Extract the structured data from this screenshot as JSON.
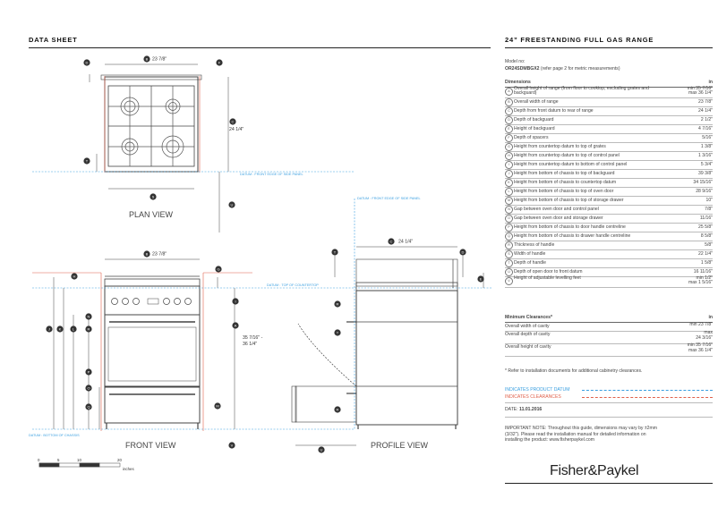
{
  "header": {
    "left_title": "DATA SHEET",
    "right_title": "24” FREESTANDING FULL GAS RANGE"
  },
  "model": {
    "label": "Model no:",
    "number": "OR24SDMBGX2",
    "note": "(refer page 2 for metric measurements)"
  },
  "dimensions_table": {
    "title": "Dimensions",
    "unit": "in",
    "rows": [
      {
        "id": "A",
        "label": "Overall height of range (from floor to cooktop, excluding grates and backguard)",
        "value": "min 35 7/16\"\nmax 36 1/4\"",
        "two": true
      },
      {
        "id": "B",
        "label": "Overall width of range",
        "value": "23 7/8\""
      },
      {
        "id": "C",
        "label": "Depth from front datum to rear of range",
        "value": "24 1/4\""
      },
      {
        "id": "D",
        "label": "Depth of backguard",
        "value": "2 1/2\""
      },
      {
        "id": "E",
        "label": "Height of backguard",
        "value": "4 7/16\""
      },
      {
        "id": "F",
        "label": "Depth of spacers",
        "value": "5/16\""
      },
      {
        "id": "G",
        "label": "Height from countertop datum to top of grates",
        "value": "1 3/8\""
      },
      {
        "id": "H",
        "label": "Height from countertop datum to top of control panel",
        "value": "1 3/16\""
      },
      {
        "id": "I",
        "label": "Height from countertop datum to bottom of control panel",
        "value": "5 3/4\""
      },
      {
        "id": "J",
        "label": "Height from bottom of chassis to top of backguard",
        "value": "39 3/8\""
      },
      {
        "id": "K",
        "label": "Height from bottom of chassis to countertop datum",
        "value": "34 15/16\""
      },
      {
        "id": "L",
        "label": "Height from bottom of chassis to top of oven door",
        "value": "28 9/16\""
      },
      {
        "id": "M",
        "label": "Height from bottom of chassis to top of storage drawer",
        "value": "10\""
      },
      {
        "id": "N",
        "label": "Gap between oven door and control panel",
        "value": "7/8\""
      },
      {
        "id": "O",
        "label": "Gap between oven door and storage drawer",
        "value": "11/16\""
      },
      {
        "id": "P",
        "label": "Height from bottom of chassis to door handle centreline",
        "value": "25 5/8\""
      },
      {
        "id": "Q",
        "label": "Height from bottom of chassis to drawer handle centreline",
        "value": "8 5/8\""
      },
      {
        "id": "R",
        "label": "Thickness of handle",
        "value": "5/8\""
      },
      {
        "id": "S",
        "label": "Width of handle",
        "value": "22 1/4\""
      },
      {
        "id": "T",
        "label": "Depth of handle",
        "value": "1 5/8\""
      },
      {
        "id": "U",
        "label": "Depth of open door to front datum",
        "value": "16 11/16\""
      },
      {
        "id": "V",
        "label": "Height of adjustable levelling feet",
        "value": "min 1/2\"\nmax 1 5/16\"",
        "two": true
      }
    ]
  },
  "clearances": {
    "title": "Minimum Clearances*",
    "unit": "in",
    "rows": [
      {
        "label": "Overall width of cavity",
        "value": "min 23 7/8\""
      },
      {
        "label": "Overall depth of cavity",
        "value": "max\n24 3/16\""
      },
      {
        "label": "Overall height of cavity",
        "value": "min 35 7/16\"\nmax 36 1/4\""
      }
    ],
    "footnote": "* Refer to installation documents for additional cabinetry clearances."
  },
  "legend": {
    "product_datum": "INDICATES PRODUCT DATUM",
    "clearances": "INDICATES CLEARANCES"
  },
  "date": {
    "label": "DATE:",
    "value": "11.01.2016"
  },
  "notice": {
    "lines": [
      "IMPORTANT NOTE: Throughout this guide, dimensions may vary by ±2mm",
      "(3/32\"). Please read the installation manual for detailed information on",
      "installing the product: www.fisherpaykel.com"
    ]
  },
  "brand": "Fisher&Paykel",
  "views": {
    "plan": "PLAN VIEW",
    "front": "FRONT VIEW",
    "profile": "PROFILE VIEW"
  },
  "datums": {
    "front_edge_plan": "DATUM : FRONT EDGE OF SIDE PANEL",
    "front_edge_profile": "DATUM : FRONT EDGE OF SIDE PANEL",
    "countertop": "DATUM : TOP OF COUNTERTOP",
    "chassis": "DATUM : BOTTOM OF CHASSIS"
  },
  "drawing_dims": {
    "plan_width": "23 7/8\"",
    "plan_depth": "24 1/4\"",
    "front_width": "23 7/8\"",
    "front_height": [
      "35 7/16\" -",
      "36 1/4\""
    ],
    "profile_depth": "24 1/4\""
  },
  "scale": {
    "ticks": [
      "0",
      "5",
      "10",
      "20"
    ],
    "unit": "inches"
  },
  "colors": {
    "datum": "#3a9fe0",
    "clearance": "#e0604a",
    "line": "#444444"
  }
}
